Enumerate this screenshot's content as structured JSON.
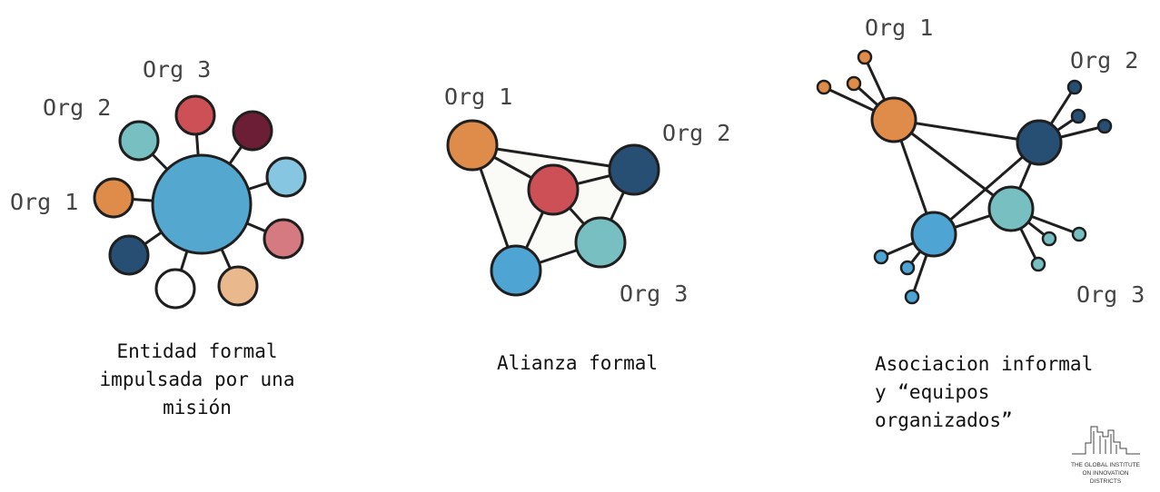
{
  "colors": {
    "hub_blue": "#54a7cf",
    "orange": "#df8c4b",
    "teal": "#77bfc0",
    "red": "#cc5056",
    "maroon": "#6b1e35",
    "light_blue": "#86c6e0",
    "pink": "#d47a80",
    "peach": "#eab88d",
    "white": "#ffffff",
    "navy": "#264f73",
    "blue": "#4ea5d4"
  },
  "diagram1": {
    "labels": {
      "org1": "Org 1",
      "org2": "Org 2",
      "org3": "Org 3"
    },
    "caption": "Entidad formal\nimpulsada por una\nmisión"
  },
  "diagram2": {
    "labels": {
      "org1": "Org 1",
      "org2": "Org 2",
      "org3": "Org 3"
    },
    "caption": "Alianza formal"
  },
  "diagram3": {
    "labels": {
      "org1": "Org 1",
      "org2": "Org 2",
      "org3": "Org 3"
    },
    "caption": "Asociacion informal\ny “equipos\norganizados”"
  },
  "logo": {
    "line1": "THE GLOBAL INSTITUTE",
    "line2": "ON INNOVATION",
    "line3": "DISTRICTS"
  }
}
